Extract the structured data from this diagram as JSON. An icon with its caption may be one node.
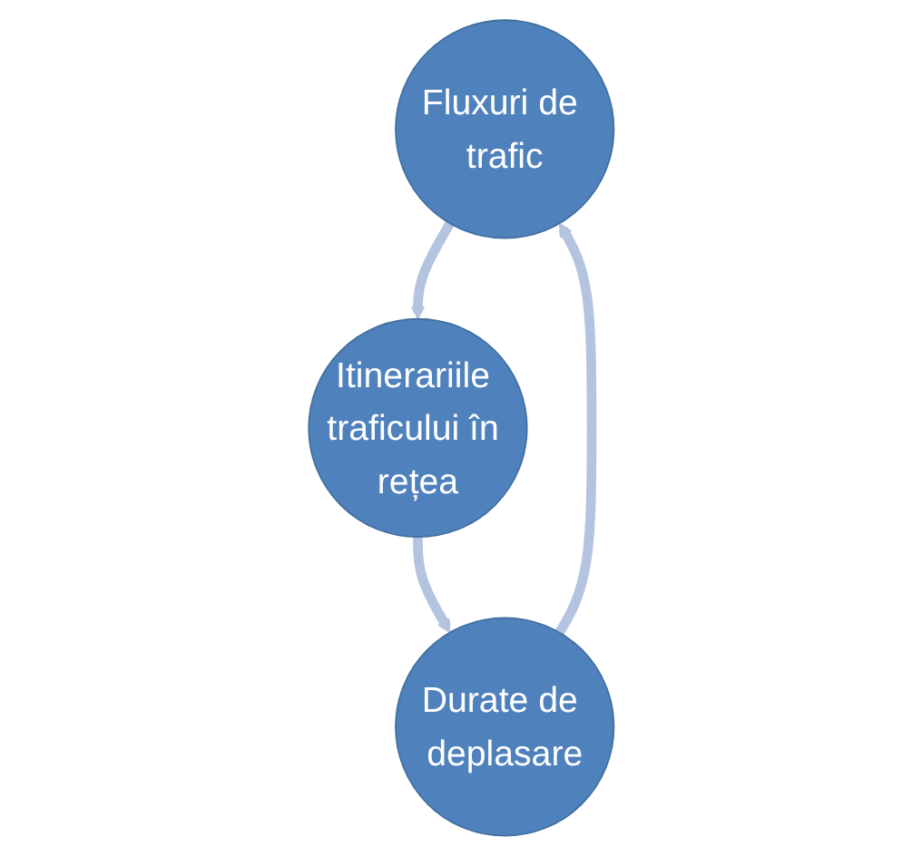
{
  "diagram": {
    "nodes": [
      {
        "text": [
          "Fluxuri de trafic"
        ]
      },
      {
        "text": [
          "Itinerariile traficului în rețea"
        ]
      },
      {
        "text": [
          "Durate de deplasare"
        ]
      }
    ],
    "edges": [
      {
        "from": 0,
        "to": 1,
        "arrow": "to"
      },
      {
        "from": 1,
        "to": 2,
        "arrow": "to"
      },
      {
        "from": 2,
        "to": 0,
        "arrow": "to"
      }
    ]
  }
}
